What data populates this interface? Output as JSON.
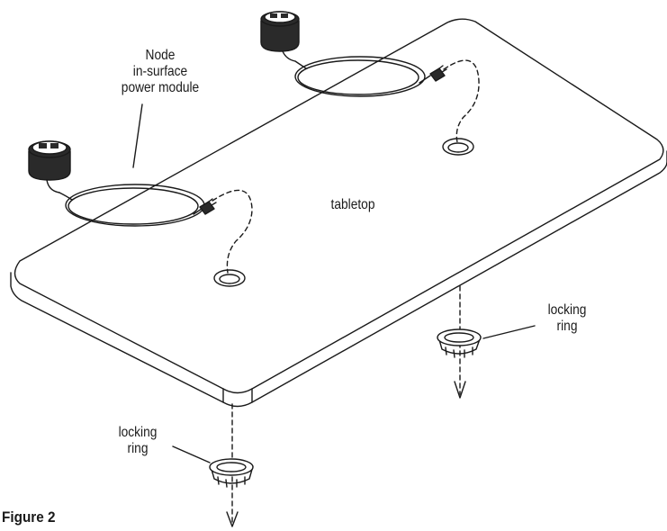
{
  "labels": {
    "module_line1": "Node",
    "module_line2": "in-surface",
    "module_line3": "power module",
    "tabletop": "tabletop",
    "ring_right_line1": "locking",
    "ring_right_line2": "ring",
    "ring_left_line1": "locking",
    "ring_left_line2": "ring"
  },
  "caption": "Figure 2",
  "colors": {
    "line": "#1a1a1a",
    "module_fill": "#2a2a2a",
    "background": "#ffffff"
  }
}
